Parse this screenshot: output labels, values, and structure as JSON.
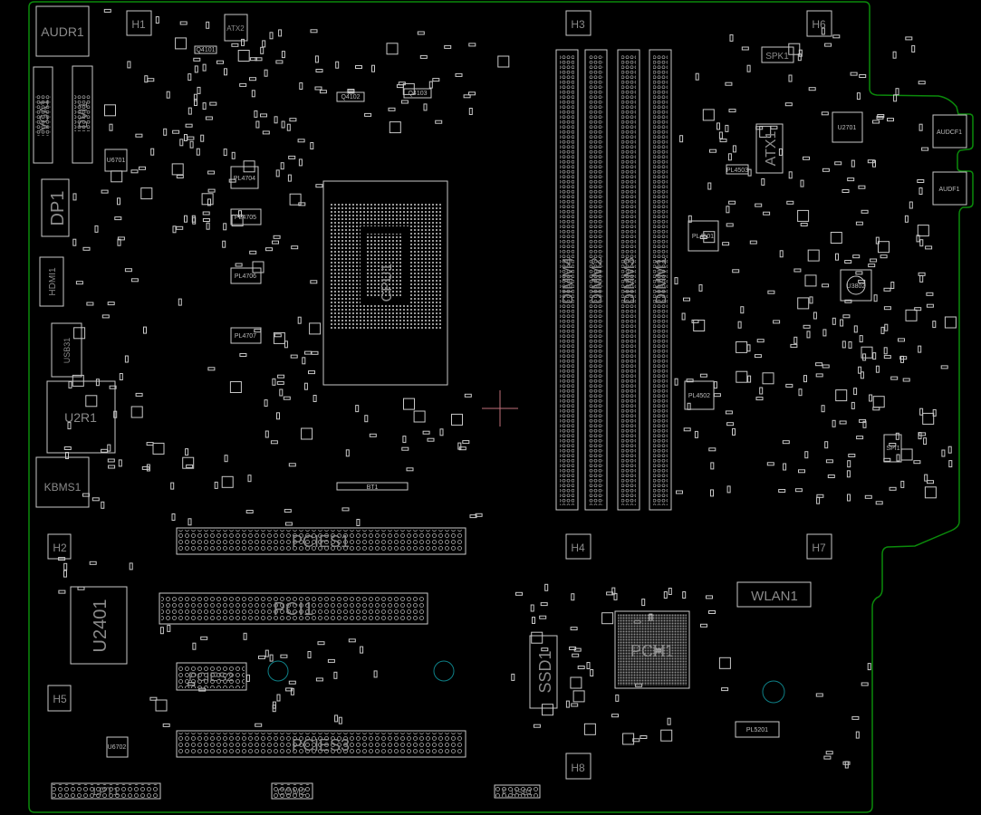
{
  "board": {
    "outline_color": "#0b8a0b",
    "part_color": "#c8c8c8",
    "label_color": "#8a8a8a",
    "via_color": "#0e7f86",
    "cursor_color": "#c0707a"
  },
  "components": {
    "audr1": "AUDR1",
    "h1": "H1",
    "atx2": "ATX2",
    "vga1": "VGA1",
    "dvi1": "DVI1",
    "dp1": "DP1",
    "hdmi1": "HDMI1",
    "usb31": "USB31",
    "u2r1": "U2R1",
    "kbms1": "KBMS1",
    "h2": "H2",
    "u2401": "U2401",
    "h5": "H5",
    "lpt1": "LPT1",
    "com2": "COM2",
    "f_usb1": "F_USB1",
    "pcies1": "PCIES1",
    "pci1": "PCI1",
    "pcies2": "PCIES2",
    "pcies3": "PCIES3",
    "ssd1": "SSD1",
    "pch1": "PCH1",
    "wlan1": "WLAN1",
    "h3": "H3",
    "h4": "H4",
    "h6": "H6",
    "h7": "H7",
    "h8": "H8",
    "dimm4": "DIMM4",
    "dimm2": "DIMM2",
    "dimm3": "DIMM3",
    "dimm1": "DIMM1",
    "cpu1": "CPU1",
    "atx1": "ATX1",
    "spk1": "SPK1",
    "u2701": "U2701",
    "audcf1": "AUDCF1",
    "audf1": "AUDF1",
    "u3802": "U3802",
    "pl4501": "PL4501",
    "pl4502": "PL4502",
    "pl5201": "PL5201",
    "pl4704": "PL4704",
    "pl4705": "PL4705",
    "pl4706": "PL4706",
    "pl4707": "PL4707",
    "u6701": "U6701",
    "u6702": "U6702",
    "bt1": "BT1",
    "spi1": "SPI1",
    "q4101": "Q4101",
    "q4102": "Q4102",
    "q4103": "Q4103",
    "pl4501b": "PL4503"
  }
}
